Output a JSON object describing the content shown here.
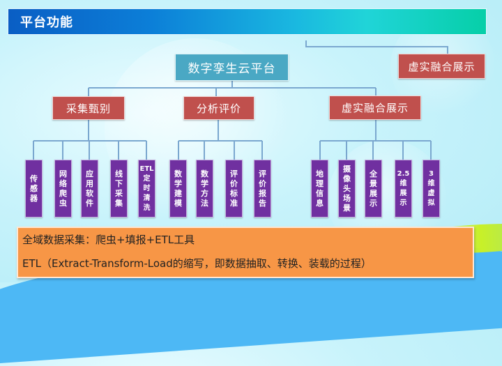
{
  "slide": {
    "title": "平台功能",
    "colors": {
      "root": "#4aa8c4",
      "category": "#c0504d",
      "leaf": "#7030a0",
      "info": "#f79646",
      "connector": "#7aa7cf"
    }
  },
  "diagram": {
    "root": "数字孪生云平台",
    "side_node": "虚实融合展示",
    "categories": [
      {
        "label": "采集甄别",
        "children": [
          "传感器",
          "网络爬虫",
          "应用软件",
          "线下采集",
          "ETL定时清洗"
        ]
      },
      {
        "label": "分析评价",
        "children": [
          "数学建模",
          "数学方法",
          "评价标准",
          "评价报告"
        ]
      },
      {
        "label": "虚实融合展示",
        "children": [
          "地理信息",
          "摄像头场景",
          "全景展示",
          "2.5维展示",
          "3维虚拟"
        ]
      }
    ]
  },
  "leaf_display": {
    "c0": [
      [
        "传",
        "感",
        "器"
      ],
      [
        "网",
        "络",
        "爬",
        "虫"
      ],
      [
        "应",
        "用",
        "软",
        "件"
      ],
      [
        "线",
        "下",
        "采",
        "集"
      ],
      [
        "ETL",
        "定",
        "时",
        "清",
        "洗"
      ]
    ],
    "c1": [
      [
        "数",
        "学",
        "建",
        "模"
      ],
      [
        "数",
        "学",
        "方",
        "法"
      ],
      [
        "评",
        "价",
        "标",
        "准"
      ],
      [
        "评",
        "价",
        "报",
        "告"
      ]
    ],
    "c2": [
      [
        "地",
        "理",
        "信",
        "息"
      ],
      [
        "摄",
        "像",
        "头",
        "场",
        "景"
      ],
      [
        "全",
        "景",
        "展",
        "示"
      ],
      [
        "2.5",
        "维",
        "展",
        "示"
      ],
      [
        "3",
        "维",
        "虚",
        "拟"
      ]
    ]
  },
  "info": {
    "line1": "全域数据采集：爬虫+填报+ETL工具",
    "line2": "ETL（Extract-Transform-Load的缩写，即数据抽取、转换、装载的过程）"
  }
}
